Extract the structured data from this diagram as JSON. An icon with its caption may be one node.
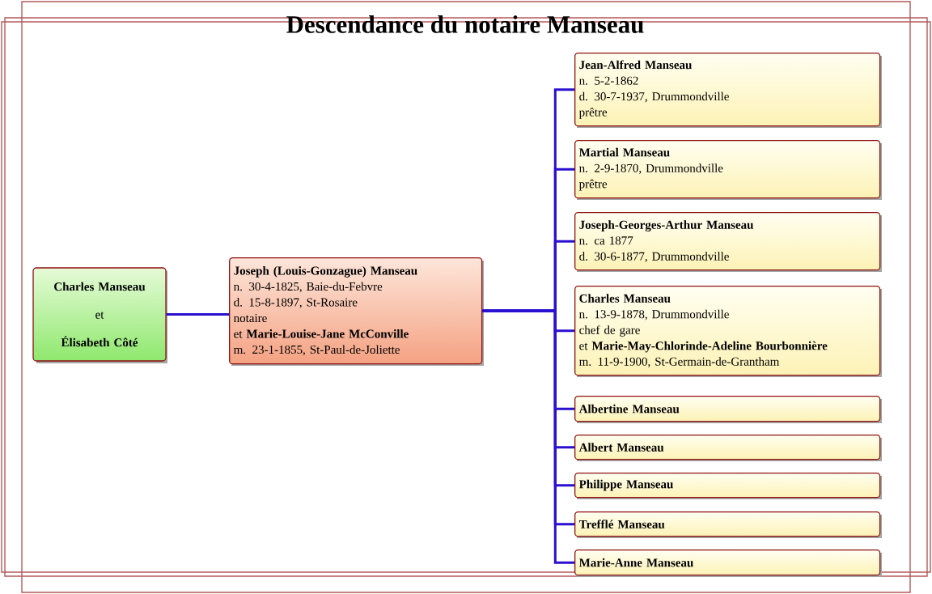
{
  "diagram": {
    "title": "Descendance du notaire Manseau",
    "nodes": [
      {
        "text": [
          "Charles Manseau",
          "et",
          "Élisabeth Côté"
        ]
      },
      {
        "text": [
          "Joseph (Louis-Gonzague) Manseau",
          "n. 30-4-1825, Baie-du-Febvre",
          "d. 15-8-1897, St-Rosaire",
          "notaire",
          "et **Marie-Louise-Jane McConville**",
          "m. 23-1-1855, St-Paul-de-Joliette"
        ]
      },
      {
        "text": [
          "Jean-Alfred Manseau",
          "n. 5-2-1862",
          "d. 30-7-1937, Drummondville",
          "prêtre"
        ]
      },
      {
        "text": [
          "Martial Manseau",
          "n. 2-9-1870, Drummondville",
          "prêtre"
        ]
      },
      {
        "text": [
          "Joseph-Georges-Arthur Manseau",
          "n. ca 1877",
          "d. 30-6-1877, Drummondville"
        ]
      },
      {
        "text": [
          "Charles Manseau",
          "n. 13-9-1878, Drummondville",
          "chef de gare",
          "et **Marie-May-Chlorinde-Adeline Bourbonnière**",
          "m. 11-9-1900, St-Germain-de-Grantham"
        ]
      },
      {
        "text": [
          "Albertine Manseau"
        ]
      },
      {
        "text": [
          "Albert Manseau"
        ]
      },
      {
        "text": [
          "Philippe Manseau"
        ]
      },
      {
        "text": [
          "Trefflé Manseau"
        ]
      },
      {
        "text": [
          "Marie-Anne Manseau"
        ]
      }
    ],
    "edges": [
      {
        "from": 0,
        "to": 1,
        "arrow": "none"
      },
      {
        "from": 1,
        "to": 2,
        "arrow": "none"
      },
      {
        "from": 1,
        "to": 3,
        "arrow": "none"
      },
      {
        "from": 1,
        "to": 4,
        "arrow": "none"
      },
      {
        "from": 1,
        "to": 5,
        "arrow": "none"
      },
      {
        "from": 1,
        "to": 6,
        "arrow": "none"
      },
      {
        "from": 1,
        "to": 7,
        "arrow": "none"
      },
      {
        "from": 1,
        "to": 8,
        "arrow": "none"
      },
      {
        "from": 1,
        "to": 9,
        "arrow": "none"
      },
      {
        "from": 1,
        "to": 10,
        "arrow": "none"
      }
    ]
  }
}
